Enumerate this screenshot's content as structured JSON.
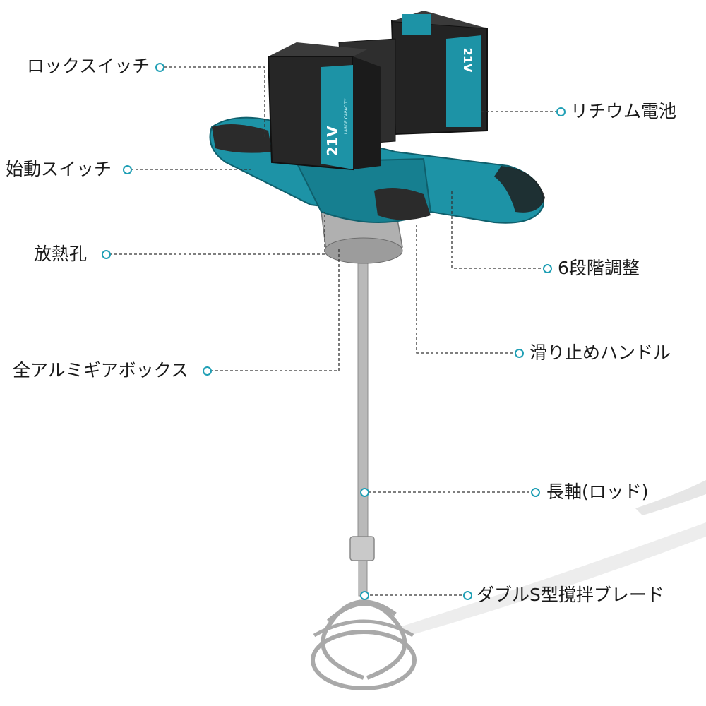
{
  "labels": {
    "lock_switch": "ロックスイッチ",
    "start_switch": "始動スイッチ",
    "heat_vent": "放熱孔",
    "gearbox": "全アルミギアボックス",
    "battery": "リチウム電池",
    "speed_adjust": "6段階調整",
    "grip": "滑り止めハンドル",
    "rod": "長軸(ロッド)",
    "blade": "ダブルS型撹拌ブレード"
  },
  "battery_text": {
    "voltage": "21V",
    "capacity": "LARGE CAPACITY"
  },
  "colors": {
    "accent": "#1f9fb5",
    "body_teal": "#1d93a6",
    "dark": "#2b2b2b"
  }
}
